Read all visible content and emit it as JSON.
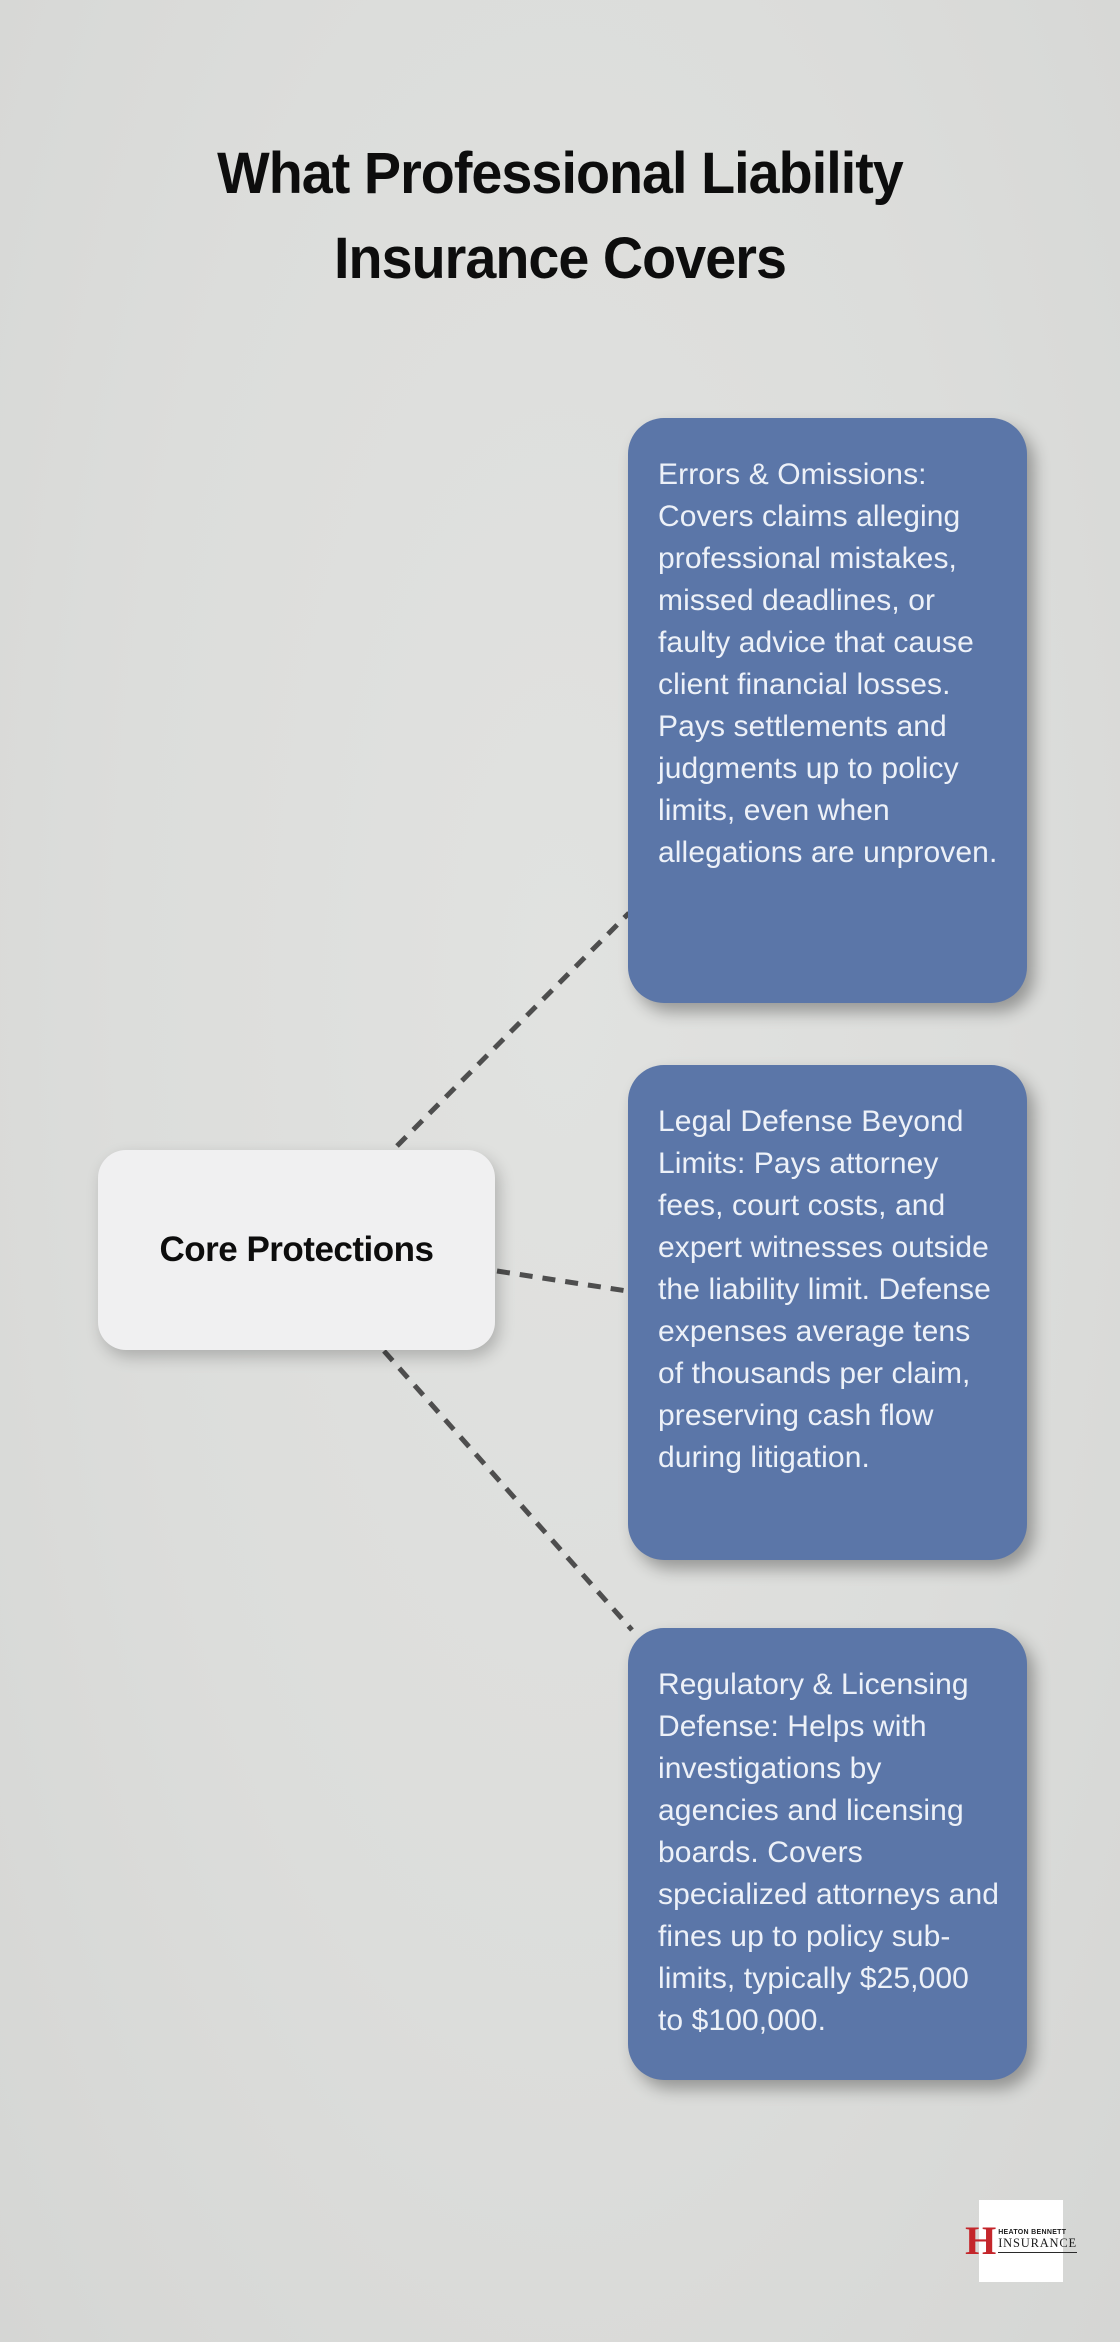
{
  "title": "What Professional Liability Insurance Covers",
  "diagram": {
    "center": {
      "label": "Core Protections"
    },
    "nodes": [
      {
        "text": "Errors & Omissions: Covers claims alleging professional mistakes, missed deadlines, or faulty advice that cause client financial losses. Pays settlements and judgments up to policy limits, even when allegations are unproven."
      },
      {
        "text": "Legal Defense Beyond Limits: Pays attorney fees, court costs, and expert witnesses outside the liability limit. Defense expenses average tens of thousands per claim, preserving cash flow during litigation."
      },
      {
        "text": "Regulatory & Licensing Defense: Helps with investigations by agencies and licensing boards. Covers specialized attorneys and fines up to policy sub-limits, typically $25,000 to $100,000."
      }
    ]
  },
  "logo": {
    "initial": "H",
    "name_top": "HEATON BENNETT",
    "name_bottom": "INSURANCE"
  },
  "colors": {
    "background": "#e1e2e0",
    "node_blue": "#5b76a8",
    "node_text": "#edf1f8",
    "center_bg": "#f0f0f1",
    "connector": "#4e4e4e",
    "logo_red": "#c4262b"
  }
}
